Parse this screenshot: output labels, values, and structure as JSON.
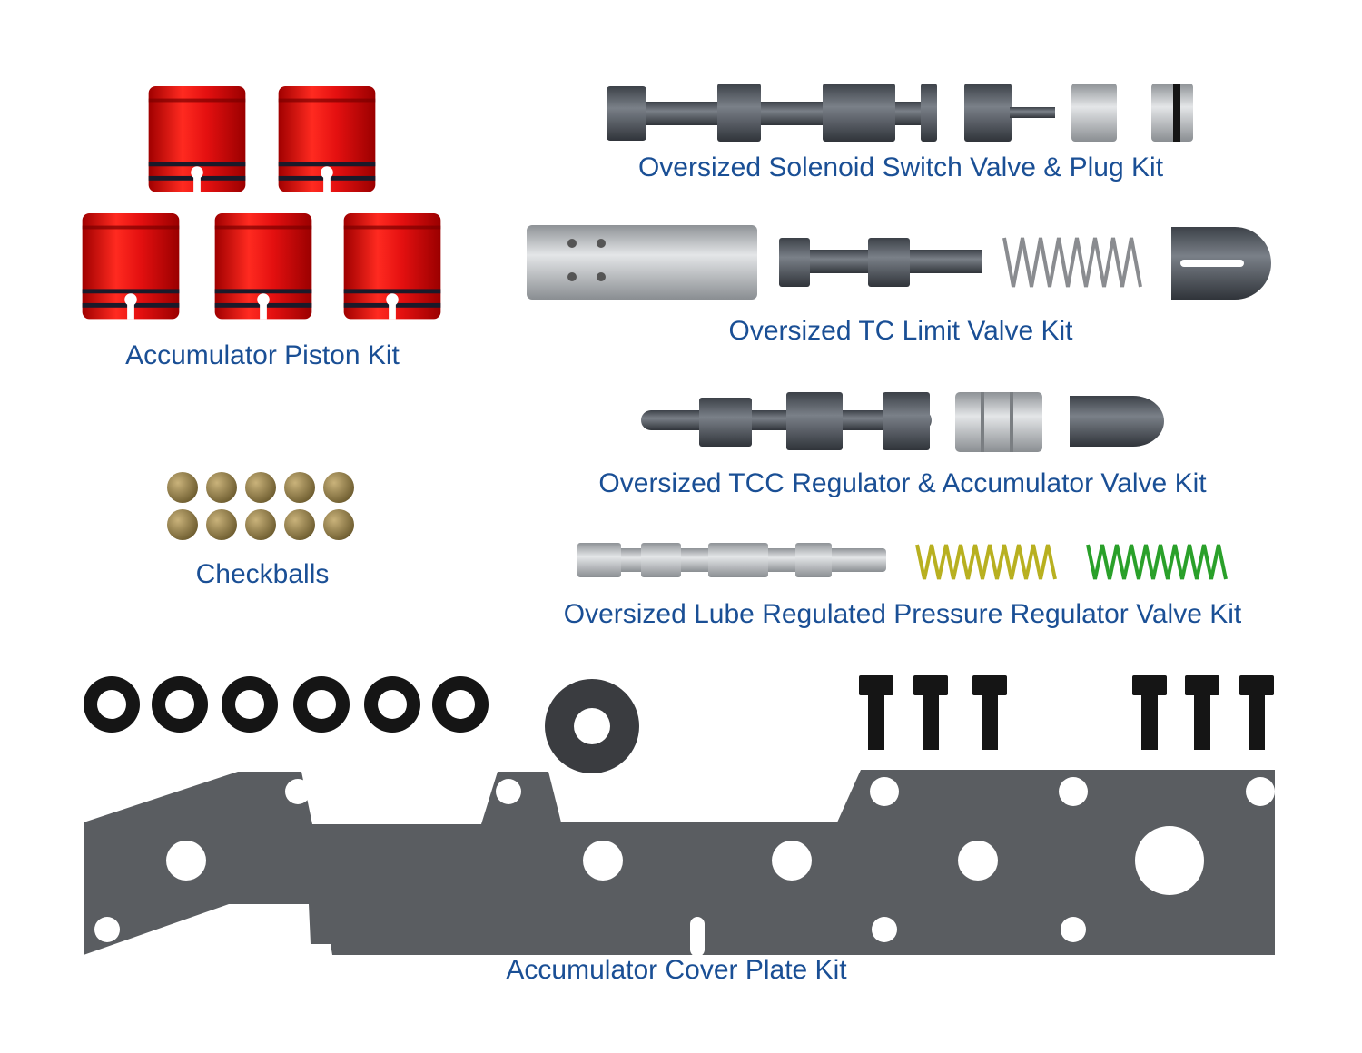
{
  "labels": {
    "accumulator_piston_kit": "Accumulator Piston Kit",
    "checkballs": "Checkballs",
    "solenoid_switch_valve_kit": "Oversized Solenoid Switch Valve & Plug Kit",
    "tc_limit_valve_kit": "Oversized TC Limit Valve Kit",
    "tcc_regulator_valve_kit": "Oversized TCC Regulator & Accumulator Valve Kit",
    "lube_regulator_valve_kit": "Oversized Lube Regulated Pressure Regulator Valve Kit",
    "accumulator_cover_plate_kit": "Accumulator Cover Plate Kit"
  },
  "colors": {
    "label_text": "#1a4f95",
    "piston_red": "#e01010",
    "valve_dark": "#555b63",
    "valve_light": "#b8bcc0",
    "checkball_bronze": "#9a8650",
    "gasket": "#5a5d61",
    "yellow_spring": "#b8b020",
    "green_spring": "#2aa02a"
  },
  "icons": {
    "accumulator_piston": "red-cylinder-piston",
    "checkball": "bronze-ball",
    "bolt": "black-bolt",
    "washer": "black-washer",
    "cover_plate": "gray-gasket-plate"
  }
}
